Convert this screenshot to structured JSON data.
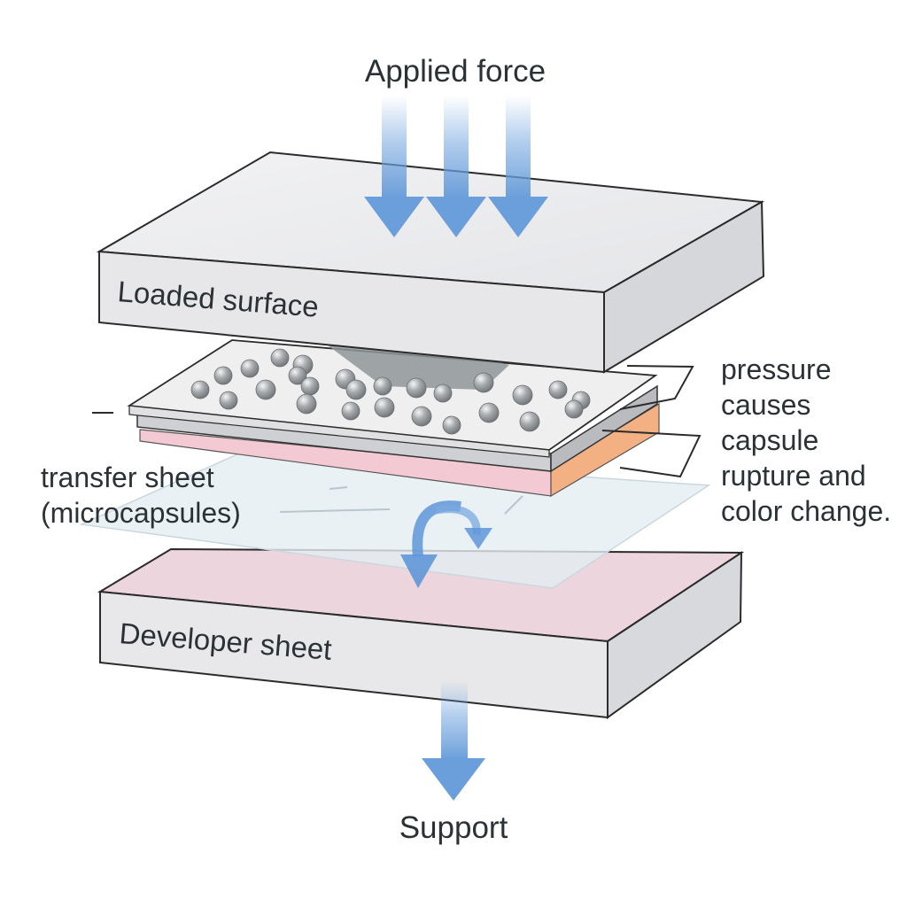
{
  "labels": {
    "applied_force": "Applied force",
    "loaded_surface": "Loaded surface",
    "transfer_sheet_line1": "transfer sheet",
    "transfer_sheet_line2": "(microcapsules)",
    "developer_sheet": "Developer sheet",
    "support": "Support",
    "annotation_lines": [
      "pressure",
      "causes",
      "capsule",
      "rupture and",
      "color change."
    ]
  },
  "colors": {
    "arrow": "#6fa3de",
    "slab_top": "#ededef",
    "slab_front": "#e6e6e8",
    "slab_side": "#d6d7da",
    "slab_outline": "#2b2b2b",
    "developer_top": "#ecd5dd",
    "capsule": "#9ea1a4",
    "pink_layer": "#f3c9d3",
    "orange_edge": "#f2b083",
    "film": "#e4eef3",
    "text": "#2b3236"
  },
  "icons": [
    "down-arrow-icon",
    "curved-arrow-icon"
  ]
}
